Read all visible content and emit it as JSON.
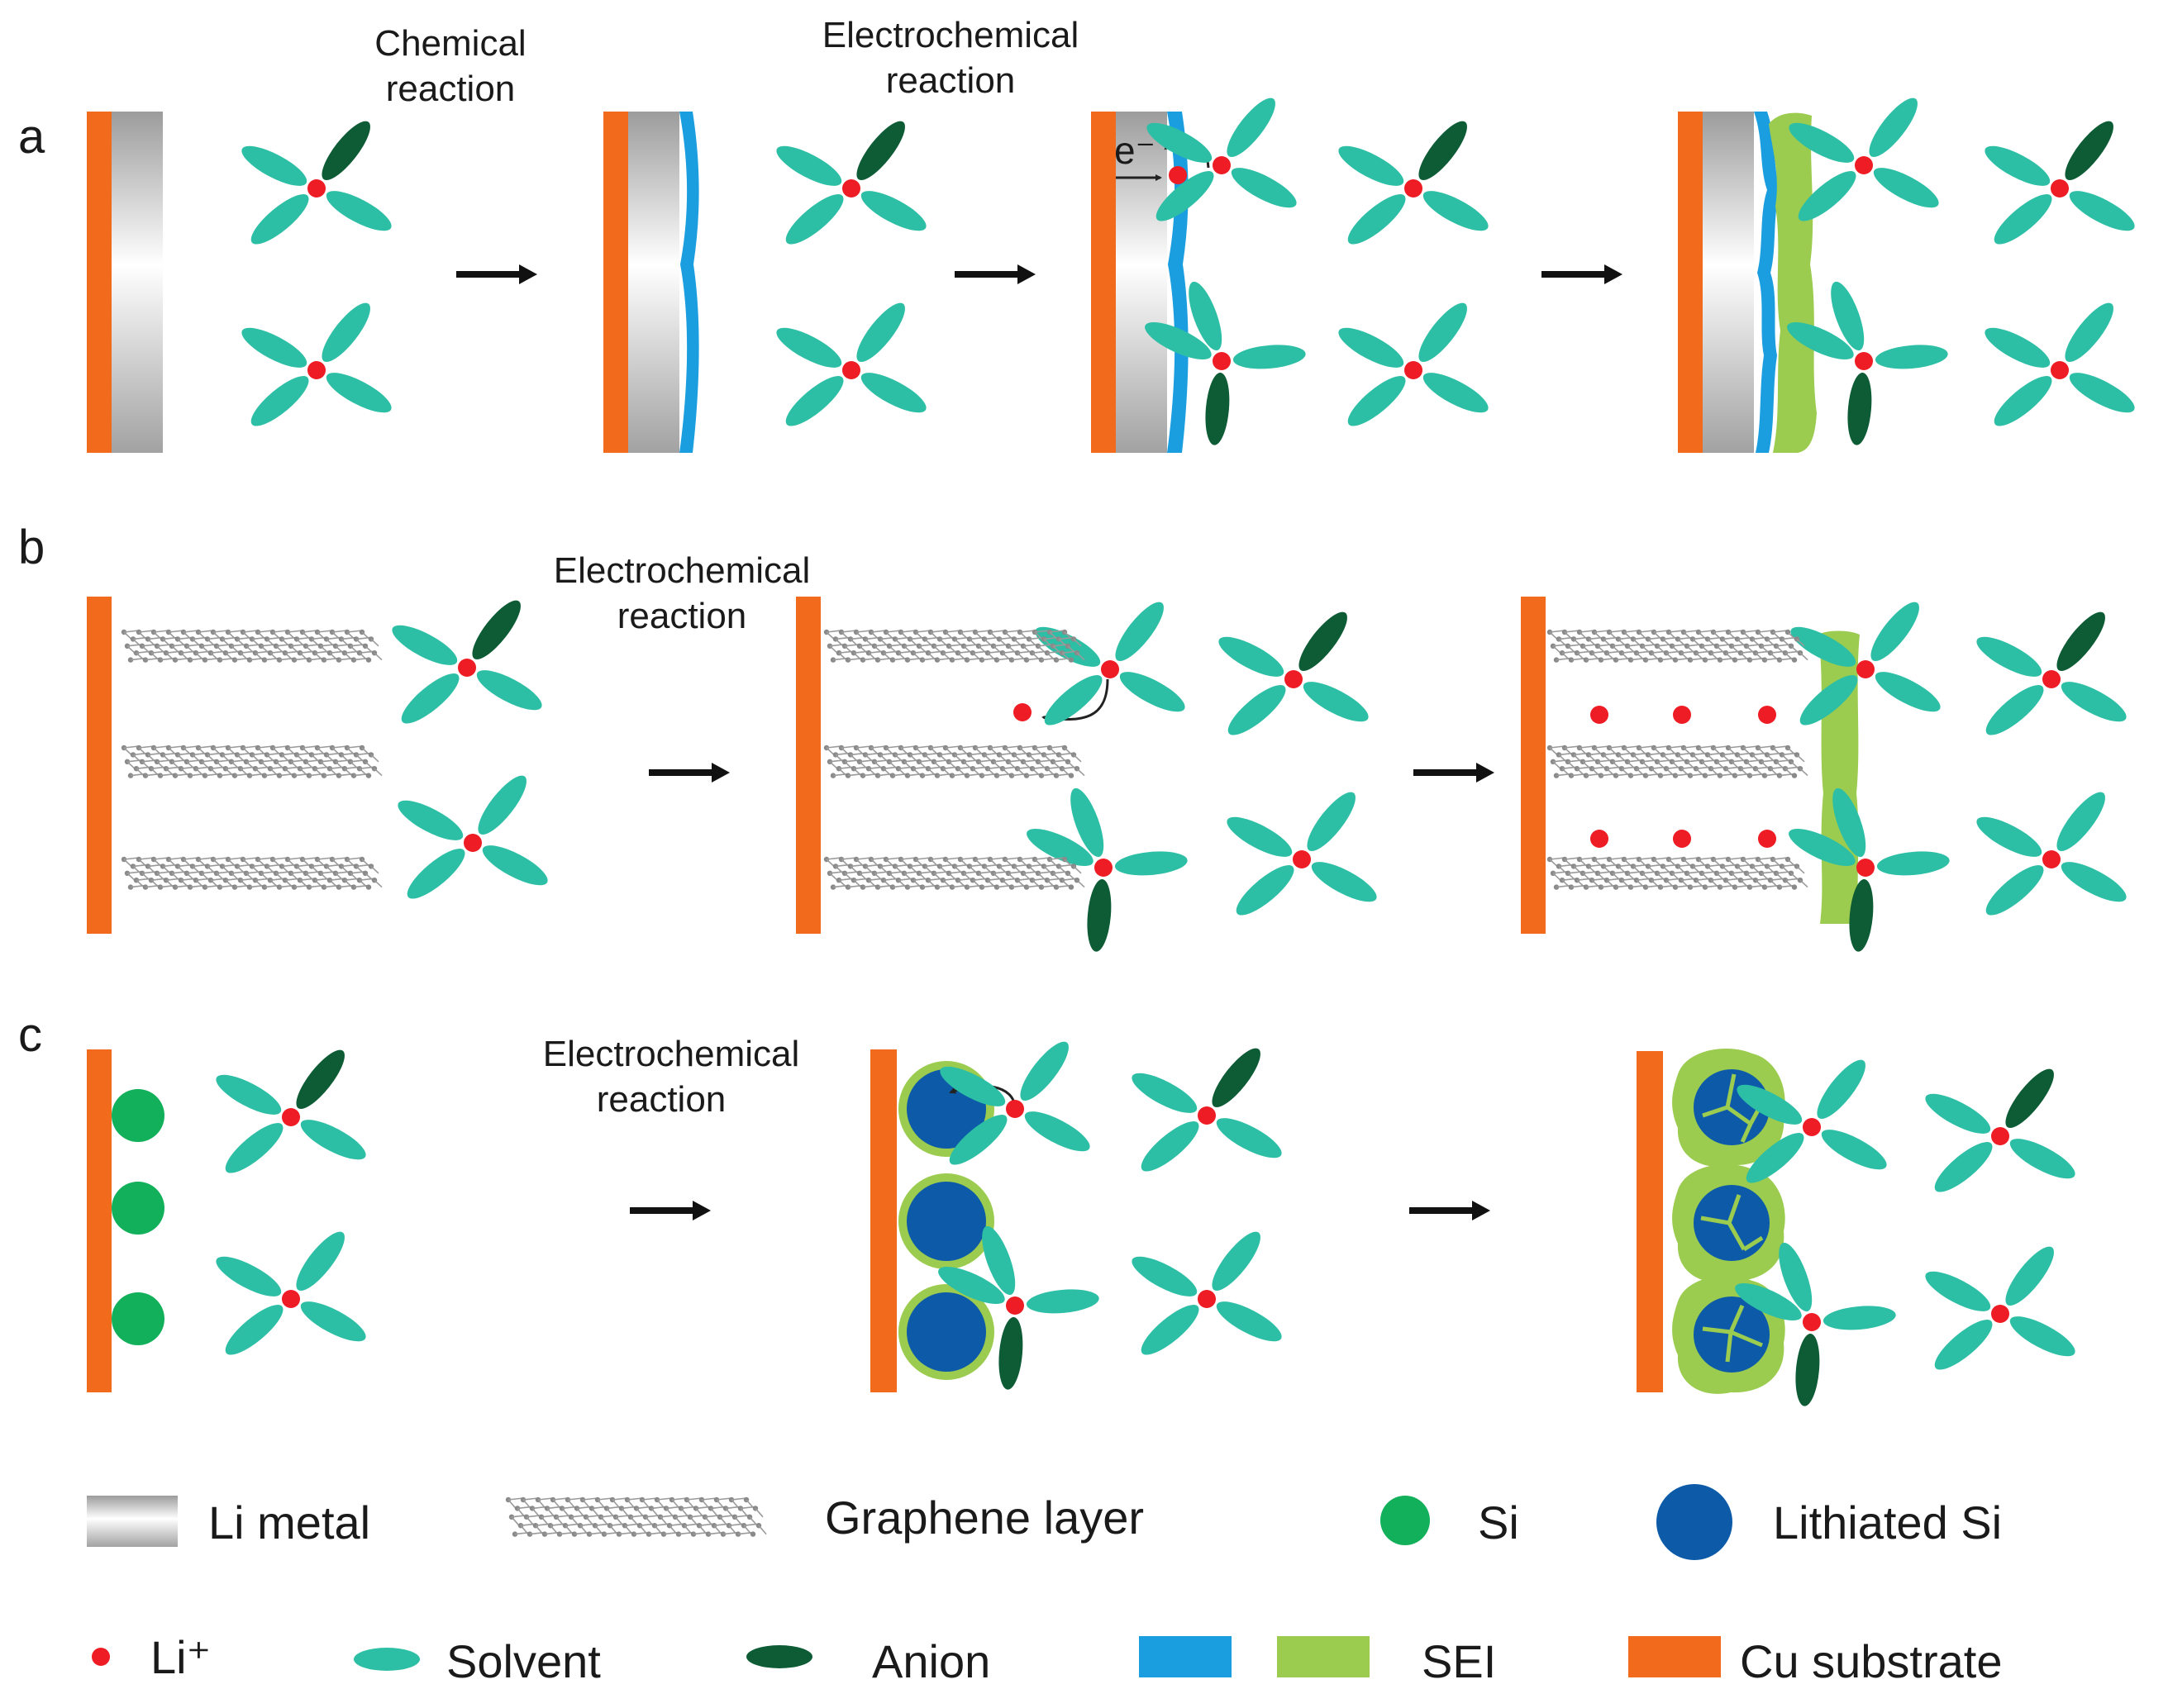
{
  "colors": {
    "cu": "#f26a1b",
    "solvent": "#2cbfa5",
    "anion": "#0d5c36",
    "li_ion": "#ee1c24",
    "sei_blue": "#1a9ee0",
    "sei_green": "#9ccc4f",
    "si": "#12b05a",
    "lithiated_si": "#0d5ba8",
    "graphene": "#9a9a9a"
  },
  "panels": {
    "a": {
      "label": "a",
      "step1": {
        "line1": "Chemical",
        "line2": "reaction"
      },
      "step2": {
        "line1": "Electrochemical",
        "line2": "reaction"
      },
      "electron": "e⁻"
    },
    "b": {
      "label": "b",
      "step1": {
        "line1": "Electrochemical",
        "line2": "reaction"
      }
    },
    "c": {
      "label": "c",
      "step1": {
        "line1": "Electrochemical",
        "line2": "reaction"
      }
    }
  },
  "legend": {
    "li_metal": "Li metal",
    "graphene": "Graphene layer",
    "si": "Si",
    "lithiated_si": "Lithiated Si",
    "li_ion": "Li⁺",
    "solvent": "Solvent",
    "anion": "Anion",
    "sei": "SEI",
    "cu": "Cu substrate"
  }
}
